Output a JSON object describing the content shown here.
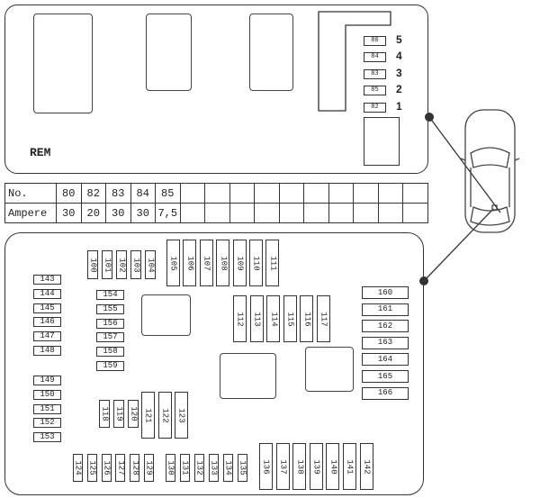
{
  "rem_module": {
    "label": "REM",
    "fuses": [
      {
        "id": "80",
        "position": "5"
      },
      {
        "id": "84",
        "position": "4"
      },
      {
        "id": "83",
        "position": "3"
      },
      {
        "id": "85",
        "position": "2"
      },
      {
        "id": "82",
        "position": "1"
      }
    ]
  },
  "ampere_table": {
    "row_headers": [
      "No.",
      "Ampere"
    ],
    "numbers": [
      "80",
      "82",
      "83",
      "84",
      "85",
      "",
      "",
      "",
      "",
      "",
      "",
      "",
      "",
      "",
      ""
    ],
    "amperes": [
      "30",
      "20",
      "30",
      "30",
      "7,5",
      "",
      "",
      "",
      "",
      "",
      "",
      "",
      "",
      "",
      ""
    ]
  },
  "main_box": {
    "top_small": [
      "100",
      "101",
      "102",
      "103",
      "104"
    ],
    "top_large": [
      "105",
      "106",
      "107",
      "108",
      "109",
      "110",
      "111"
    ],
    "left_column_a": [
      "143",
      "144",
      "145",
      "146",
      "147",
      "148"
    ],
    "left_column_b": [
      "149",
      "150",
      "151",
      "152",
      "153"
    ],
    "middle_column": [
      "154",
      "155",
      "156",
      "157",
      "158",
      "159"
    ],
    "center_row": [
      "112",
      "113",
      "114",
      "115",
      "116",
      "117"
    ],
    "right_column": [
      "160",
      "161",
      "162",
      "163",
      "164",
      "165",
      "166"
    ],
    "lower_small": [
      "118",
      "119",
      "120"
    ],
    "lower_large": [
      "121",
      "122",
      "123"
    ],
    "bottom_left": [
      "124",
      "125",
      "126",
      "127",
      "128",
      "129"
    ],
    "bottom_mid": [
      "130",
      "131",
      "132",
      "133",
      "134",
      "135"
    ],
    "bottom_right": [
      "136",
      "137",
      "138",
      "139",
      "140",
      "141",
      "142"
    ]
  }
}
